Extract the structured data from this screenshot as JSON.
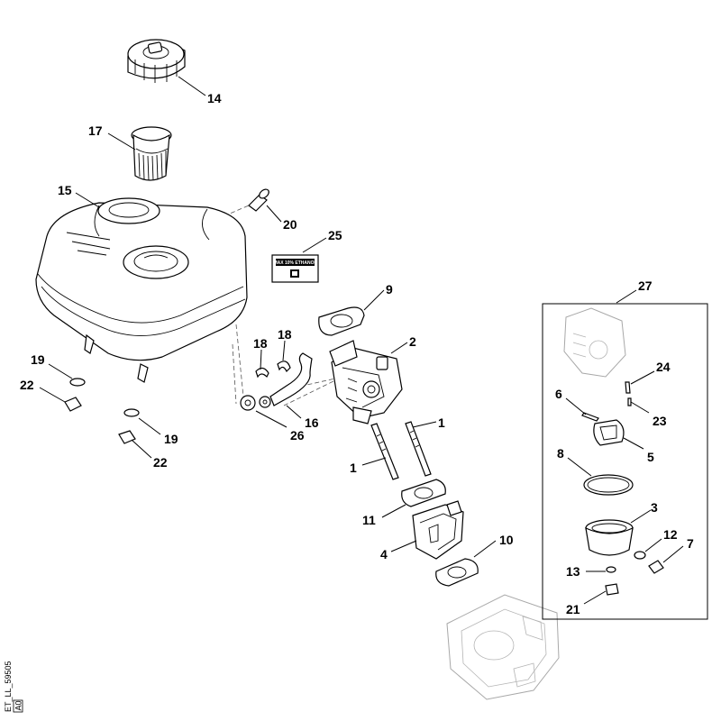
{
  "callouts": {
    "c1a": "1",
    "c1b": "1",
    "c2": "2",
    "c3": "3",
    "c4": "4",
    "c5": "5",
    "c6": "6",
    "c7": "7",
    "c8": "8",
    "c9": "9",
    "c10": "10",
    "c11": "11",
    "c12": "12",
    "c13": "13",
    "c14": "14",
    "c15": "15",
    "c16": "16",
    "c17": "17",
    "c18a": "18",
    "c18b": "18",
    "c19a": "19",
    "c19b": "19",
    "c20": "20",
    "c21": "21",
    "c22a": "22",
    "c22b": "22",
    "c23": "23",
    "c24": "24",
    "c25": "25",
    "c26": "26",
    "c27": "27"
  },
  "decal_text": "MAX 10% ETHANOL",
  "reference": {
    "code": "ET_LL_59505",
    "revision": "A0"
  }
}
